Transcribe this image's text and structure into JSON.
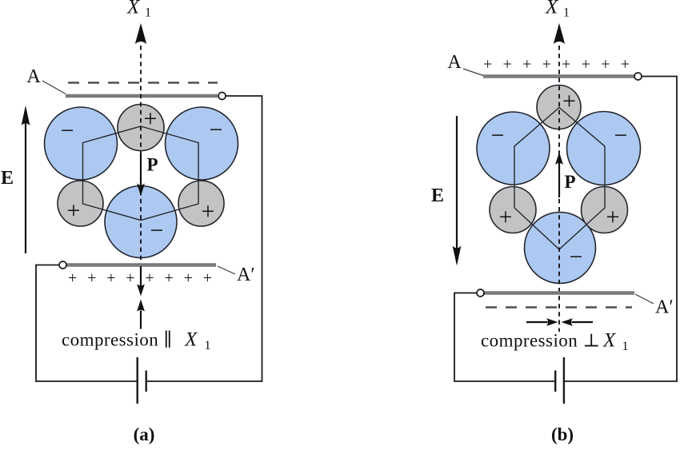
{
  "colors": {
    "background": "#ffffff",
    "negative_ion_fill": "#adc9f1",
    "positive_ion_fill": "#c3c3c3",
    "ion_outline": "#22262e",
    "electrode_gray": "#7a7a7a",
    "charge_dash_gray": "#4f4f4f",
    "wire": "#1a1a1a"
  },
  "symbols": {
    "plus": "+",
    "minus": "−"
  },
  "panels": [
    {
      "caption": "(a)",
      "axis": {
        "base": "X",
        "sub": "1"
      },
      "field_label": "E",
      "polarization_label": "P",
      "top_electrode_label": "A",
      "bottom_electrode_label": "A′",
      "plate_plus_row": "+ + + + + + + +",
      "compression": {
        "prefix": "compression ∥",
        "axis_base": "X",
        "axis_sub": "1"
      }
    },
    {
      "caption": "(b)",
      "axis": {
        "base": "X",
        "sub": "1"
      },
      "field_label": "E",
      "polarization_label": "P",
      "top_electrode_label": "A",
      "bottom_electrode_label": "A′",
      "plate_plus_row": "+ + + + + + + +",
      "compression": {
        "prefix": "compression ⊥",
        "axis_base": "X",
        "axis_sub": "1"
      }
    }
  ]
}
